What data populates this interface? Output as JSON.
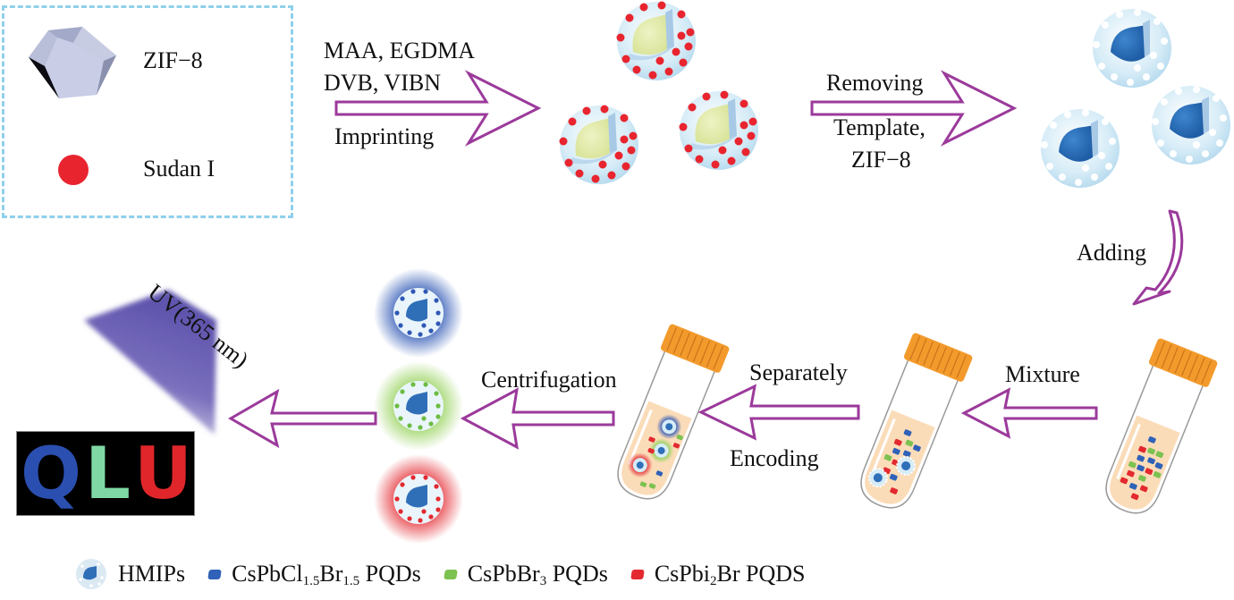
{
  "legend_box": {
    "items": [
      {
        "icon": "zif8-crystal-icon",
        "label": "ZIF−8"
      },
      {
        "icon": "sudan-dot-icon",
        "label": "Sudan I",
        "color": "#e8252f"
      }
    ]
  },
  "steps": {
    "imprinting": {
      "top_line1": "MAA, EGDMA",
      "top_line2": "DVB, VIBN",
      "bottom": "Imprinting"
    },
    "removing": {
      "top": "Removing",
      "bottom_line1": "Template,",
      "bottom_line2": "ZIF−8"
    },
    "adding": {
      "label": "Adding"
    },
    "mixture": {
      "label": "Mixture"
    },
    "encoding": {
      "top": "Separately",
      "bottom": "Encoding"
    },
    "centrifugation": {
      "label": "Centrifugation"
    },
    "uv": {
      "label": "UV(365 nm)"
    }
  },
  "qlu_image": {
    "letters": [
      {
        "char": "Q",
        "color": "#2a4fb0"
      },
      {
        "char": "L",
        "color": "#7fd8a4"
      },
      {
        "char": "U",
        "color": "#e0262a"
      }
    ]
  },
  "bottom_legend": {
    "items": [
      {
        "icon": "hmip-icon",
        "label": "HMIPs"
      },
      {
        "icon": "blue-pqd-icon",
        "color": "#2f62b8",
        "label_parts": [
          "CsPbCl",
          "1.5",
          "Br",
          "1.5",
          " PQDs"
        ]
      },
      {
        "icon": "green-pqd-icon",
        "color": "#7cc251",
        "label_parts": [
          "CsPbBr",
          "3",
          " PQDs"
        ]
      },
      {
        "icon": "red-pqd-icon",
        "color": "#e3292f",
        "label_parts": [
          "CsPbi",
          "2",
          "Br PQDS"
        ]
      }
    ]
  },
  "colors": {
    "arrow": "#9b3a9b",
    "dashed_border": "#8fd0ea",
    "tube_cap": "#f39a2c",
    "tube_liquid": "#fbdcb8",
    "sphere_shell": "#d6ecf7",
    "template_core": "#e4ecb0",
    "cavity": "#2f6fb8",
    "uv_beam": "#5f54ad"
  }
}
